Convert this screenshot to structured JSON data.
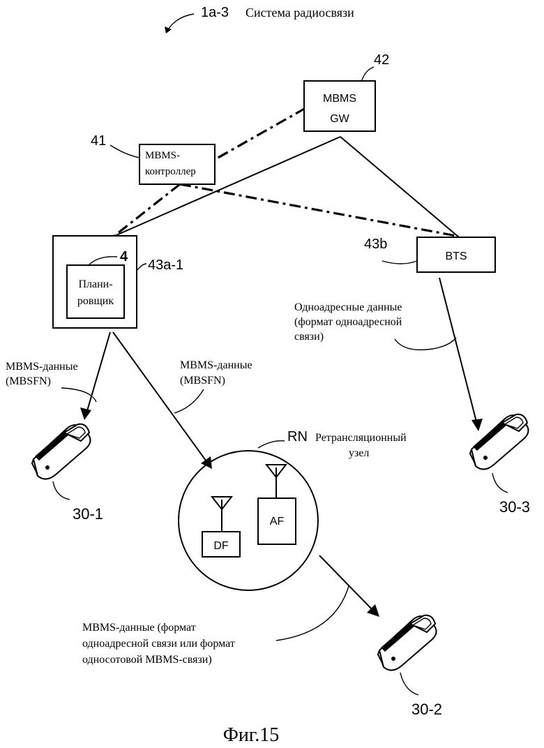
{
  "title": {
    "ref": "1a-3",
    "text": "Система радиосвязи"
  },
  "nodes": {
    "gw": {
      "ref": "42",
      "line1": "MBMS",
      "line2": "GW"
    },
    "controller": {
      "ref": "41",
      "line1": "MBMS-",
      "line2": "контроллер"
    },
    "enb": {
      "ref": "43a-1",
      "scheduler_ref": "4",
      "scheduler_line1": "Плани-",
      "scheduler_line2": "ровщик"
    },
    "bts": {
      "ref": "43b",
      "label": "BTS"
    },
    "relay": {
      "ref": "RN",
      "line1": "Ретрансляционный",
      "line2": "узел",
      "df": "DF",
      "af": "AF"
    }
  },
  "terminals": {
    "t1": "30-1",
    "t2": "30-2",
    "t3": "30-3"
  },
  "labels": {
    "mbms_left_1": "MBMS-данные",
    "mbms_left_2": "(MBSFN)",
    "mbms_mid_1": "MBMS-данные",
    "mbms_mid_2": "(MBSFN)",
    "unicast_1": "Одноадресные данные",
    "unicast_2": "(формат одноадресной",
    "unicast_3": "связи)",
    "rn_data_1": "MBMS-данные (формат",
    "rn_data_2": "одноадресной связи или формат",
    "rn_data_3": "односотовой MBMS-связи)"
  },
  "caption": "Фиг.15"
}
